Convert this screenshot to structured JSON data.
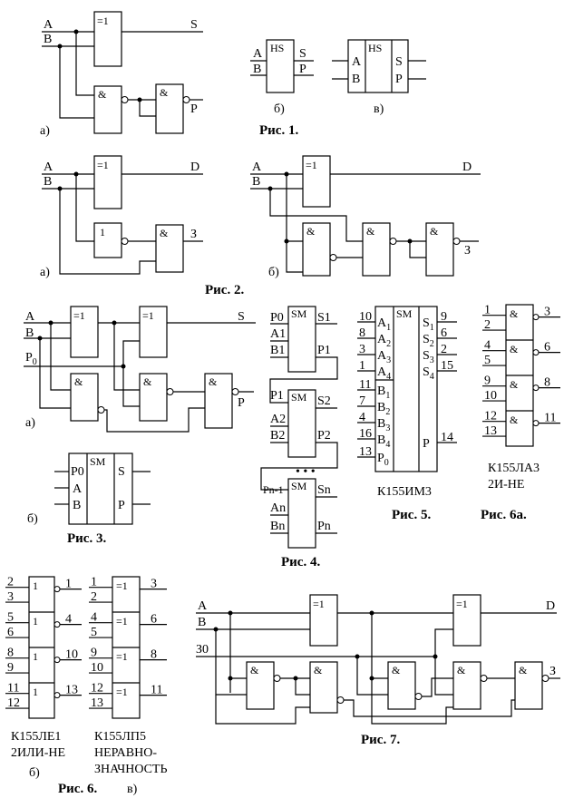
{
  "fig1": {
    "a": {
      "in_a": "A",
      "in_b": "B",
      "xor": "=1",
      "and1": "&",
      "and2": "&",
      "out_s": "S",
      "out_p": "P",
      "sub": "а)"
    },
    "b": {
      "sym": "HS",
      "a": "A",
      "b": "B",
      "s": "S",
      "p": "P",
      "sub": "б)"
    },
    "c": {
      "sym": "HS",
      "a": "A",
      "b": "B",
      "s": "S",
      "p": "P",
      "sub": "в)"
    },
    "caption": "Рис. 1."
  },
  "fig2": {
    "a": {
      "in_a": "A",
      "in_b": "B",
      "xor": "=1",
      "buf": "1",
      "and": "&",
      "out_d": "D",
      "out_z": "З",
      "sub": "а)"
    },
    "b": {
      "in_a": "A",
      "in_b": "B",
      "xor": "=1",
      "and1": "&",
      "and2": "&",
      "and3": "&",
      "out_d": "D",
      "out_z": "З",
      "sub": "б)"
    },
    "caption": "Рис. 2."
  },
  "fig3": {
    "a": {
      "in_a": "A",
      "in_b": "B",
      "in_p0": "P",
      "p0_sub": "0",
      "xor1": "=1",
      "xor2": "=1",
      "and1": "&",
      "and2": "&",
      "and3": "&",
      "out_s": "S",
      "out_p": "P",
      "sub": "а)"
    },
    "b": {
      "sym": "SM",
      "p0": "P0",
      "a": "A",
      "b": "B",
      "s": "S",
      "p": "P",
      "sub": "б)"
    },
    "caption": "Рис. 3."
  },
  "fig4": {
    "blk1": {
      "sym": "SM",
      "p": "P0",
      "a": "A1",
      "b": "B1",
      "s": "S1",
      "co": "P1"
    },
    "blk2": {
      "sym": "SM",
      "p": "P1",
      "a": "A2",
      "b": "B2",
      "s": "S2",
      "co": "P2"
    },
    "blkn": {
      "sym": "SM",
      "p": "Pn-1",
      "a": "An",
      "b": "Bn",
      "s": "Sn",
      "co": "Pn"
    },
    "ellipsis": "• • •",
    "caption": "Рис. 4."
  },
  "fig5": {
    "sym": "SM",
    "left_pins": [
      "10",
      "8",
      "3",
      "1",
      "11",
      "7",
      "4",
      "16",
      "13"
    ],
    "left_labels": [
      "A",
      "A",
      "A",
      "A",
      "B",
      "B",
      "B",
      "B",
      "P"
    ],
    "left_subs": [
      "1",
      "2",
      "3",
      "4",
      "1",
      "2",
      "3",
      "4",
      "0"
    ],
    "right_pins": [
      "9",
      "6",
      "2",
      "15",
      "14"
    ],
    "right_labels": [
      "S",
      "S",
      "S",
      "S",
      "P"
    ],
    "right_subs": [
      "1",
      "2",
      "3",
      "4",
      ""
    ],
    "part": "К155ИМ3",
    "caption": "Рис. 5."
  },
  "fig6a": {
    "gates": [
      {
        "in1": "1",
        "in2": "2",
        "sym": "&",
        "out": "3"
      },
      {
        "in1": "4",
        "in2": "5",
        "sym": "&",
        "out": "6"
      },
      {
        "in1": "9",
        "in2": "10",
        "sym": "&",
        "out": "8"
      },
      {
        "in1": "12",
        "in2": "13",
        "sym": "&",
        "out": "11"
      }
    ],
    "part": "К155ЛА3",
    "desc": "2И-НЕ",
    "caption": "Рис. 6а."
  },
  "fig6b": {
    "gates": [
      {
        "in1": "2",
        "in2": "3",
        "sym": "1",
        "out": "1"
      },
      {
        "in1": "5",
        "in2": "6",
        "sym": "1",
        "out": "4"
      },
      {
        "in1": "8",
        "in2": "9",
        "sym": "1",
        "out": "10"
      },
      {
        "in1": "11",
        "in2": "12",
        "sym": "1",
        "out": "13"
      }
    ],
    "part": "К155ЛЕ1",
    "desc": "2ИЛИ-НЕ",
    "sub": "б)"
  },
  "fig6c": {
    "gates": [
      {
        "in1": "1",
        "in2": "2",
        "sym": "=1",
        "out": "3"
      },
      {
        "in1": "4",
        "in2": "5",
        "sym": "=1",
        "out": "6"
      },
      {
        "in1": "9",
        "in2": "10",
        "sym": "=1",
        "out": "8"
      },
      {
        "in1": "12",
        "in2": "13",
        "sym": "=1",
        "out": "11"
      }
    ],
    "part": "К155ЛП5",
    "desc1": "НЕРАВНО-",
    "desc2": "ЗНАЧНОСТЬ",
    "sub": "в)"
  },
  "fig6_caption": "Рис. 6.",
  "fig7": {
    "in_a": "A",
    "in_b": "B",
    "in_z0": "З0",
    "xor1": "=1",
    "xor2": "=1",
    "and1": "&",
    "and2": "&",
    "and3": "&",
    "and4": "&",
    "and5": "&",
    "out_d": "D",
    "out_z": "З",
    "caption": "Рис. 7."
  }
}
